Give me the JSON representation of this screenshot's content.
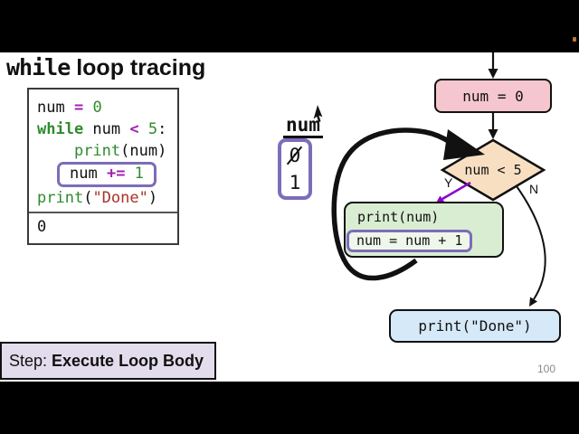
{
  "title": {
    "mono": "while",
    "rest": " loop tracing"
  },
  "code_panel": {
    "line1": {
      "t1": "num ",
      "t2": "=",
      "t3": " 0"
    },
    "line2": {
      "t1": "while",
      "t2": " num ",
      "t3": "<",
      "t4": " 5",
      "t5": ":"
    },
    "line3": {
      "indent": "    ",
      "t1": "print",
      "t2": "(num)"
    },
    "line4": {
      "t1": "num ",
      "t2": "+=",
      "t3": " 1"
    },
    "line5": {
      "t1": "print",
      "t2": "(",
      "t3": "\"Done\"",
      "t4": ")"
    },
    "output": "0"
  },
  "trace": {
    "header": "num",
    "crossed_value": "0",
    "current_value": "1"
  },
  "flowchart": {
    "init_box": "num = 0",
    "condition": "num < 5",
    "yes_label": "Y",
    "no_label": "N",
    "body_line1": "print(num)",
    "body_line2": "num = num + 1",
    "done_box": "print(\"Done\")"
  },
  "step_bar": {
    "prefix": "Step: ",
    "step_name": "Execute Loop Body"
  },
  "page_number": "100",
  "icons": {
    "cursor": "mouse-pointer-arrow",
    "indicator": "orange-recording-dot"
  },
  "colors": {
    "highlight_purple": "#7d6cba",
    "yes_arrow_purple": "#8a00cc",
    "init_fill": "#f5c6ce",
    "condition_fill": "#f8dfc2",
    "body_fill": "#d9edd2",
    "done_fill": "#d6e9f8",
    "badge_fill": "#e2dcec",
    "keyword_green": "#2e8b2e",
    "operator_purple": "#a020b0",
    "string_red": "#a93226"
  }
}
